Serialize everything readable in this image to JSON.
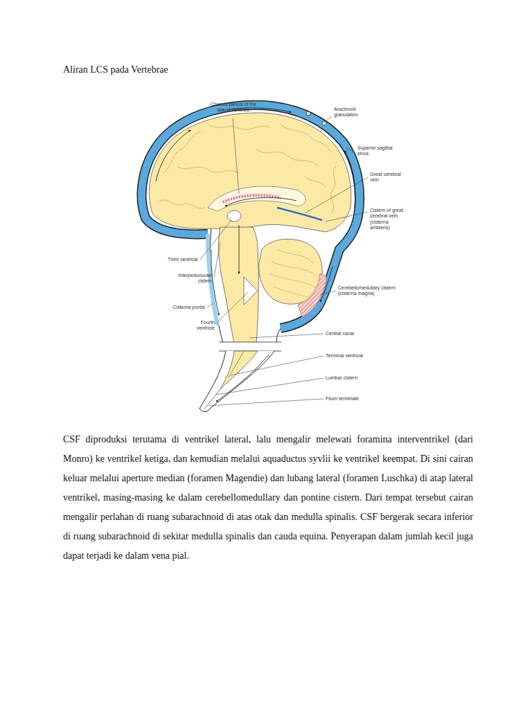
{
  "diagram": {
    "title": "Aliran LCS pada Vertebrae",
    "labels": [
      "Choroid plexus of the lateral ventricle",
      "Arachnoid granulation",
      "Superior sagittal sinus",
      "Great cerebral vein",
      "Cistern of great cerebral vein (cisterna ambiens)",
      "Third ventricle",
      "Interpeduncular cistern",
      "Cisterna pontis",
      "Fourth ventricle",
      "Cerebellomedullary cistern (cisterna magna)",
      "Central canal",
      "Terminal ventricle",
      "Lumbar cistern",
      "Filum terminale",
      "CSF diproduksi terutama di ventrikel lateral, lalu mengalir melewati foramina interventrikel (dari Monro) ke ventrikel ketiga, dan kemudian melalui aquaductus syvlii ke ventrikel keempat. Di sini cairan keluar melalui aperture median (foramen Magendie) dan lubang lateral (foramen Luschka) di atap lateral ventrikel, masing-masing ke dalam cerebellomedullary dan pontine cistern. Dari tempat tersebut cairan mengalir perlahan di ruang subarachnoid di atas otak dan medulla spinalis. CSF bergerak secara inferior di ruang subarachnoid di sekitar medulla spinalis dan cauda equina. Penyerapan dalam jumlah kecil juga dapat terjadi ke dalam vena pial."
    ]
  }
}
